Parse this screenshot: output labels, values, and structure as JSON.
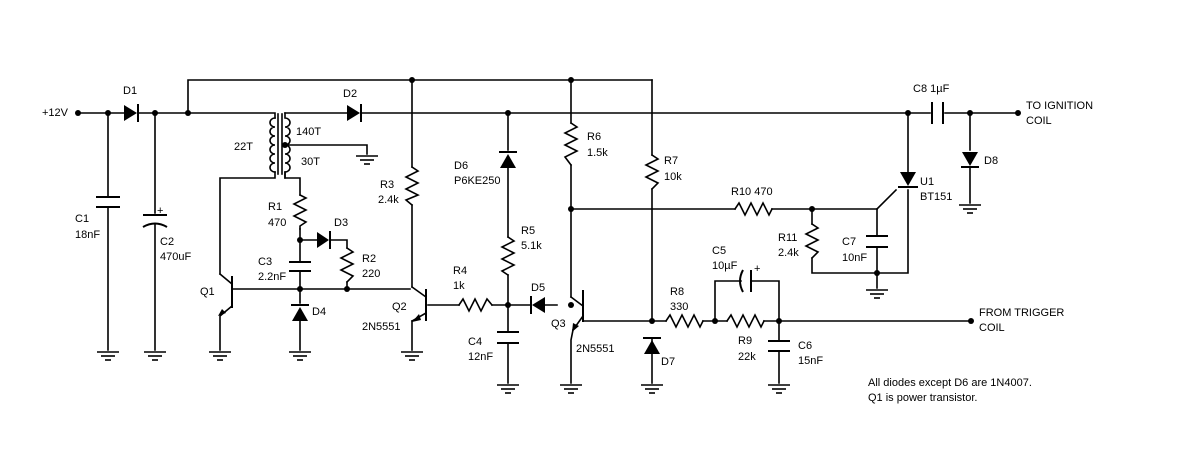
{
  "labels": {
    "v12": "+12V",
    "d1": "D1",
    "d2": "D2",
    "d3": "D3",
    "d4": "D4",
    "d5": "D5",
    "d7": "D7",
    "d8": "D8",
    "d6": "D6",
    "d6_val": "P6KE250",
    "c1": "C1",
    "c1_val": "18nF",
    "c2": "C2",
    "c2_val": "470uF",
    "c3": "C3",
    "c3_val": "2.2nF",
    "c4": "C4",
    "c4_val": "12nF",
    "c5": "C5",
    "c5_val": "10µF",
    "c6": "C6",
    "c6_val": "15nF",
    "c7": "C7",
    "c7_val": "10nF",
    "c8": "C8 1µF",
    "r1": "R1",
    "r1_val": "470",
    "r2": "R2",
    "r2_val": "220",
    "r3": "R3",
    "r3_val": "2.4k",
    "r4": "R4",
    "r4_val": "1k",
    "r5": "R5",
    "r5_val": "5.1k",
    "r6": "R6",
    "r6_val": "1.5k",
    "r7": "R7",
    "r7_val": "10k",
    "r8": "R8",
    "r8_val": "330",
    "r9": "R9",
    "r9_val": "22k",
    "r10": "R10 470",
    "r11": "R11",
    "r11_val": "2.4k",
    "q1": "Q1",
    "q2": "Q2",
    "q2_val": "2N5551",
    "q3": "Q3",
    "q3_val": "2N5551",
    "u1": "U1",
    "u1_val": "BT151",
    "t22": "22T",
    "t140": "140T",
    "t30": "30T",
    "out1": "TO IGNITION",
    "out2": "COIL",
    "trig1": "FROM TRIGGER",
    "trig2": "COIL",
    "plus": "+",
    "note1": "All diodes except D6 are 1N4007.",
    "note2": "Q1 is power transistor."
  }
}
